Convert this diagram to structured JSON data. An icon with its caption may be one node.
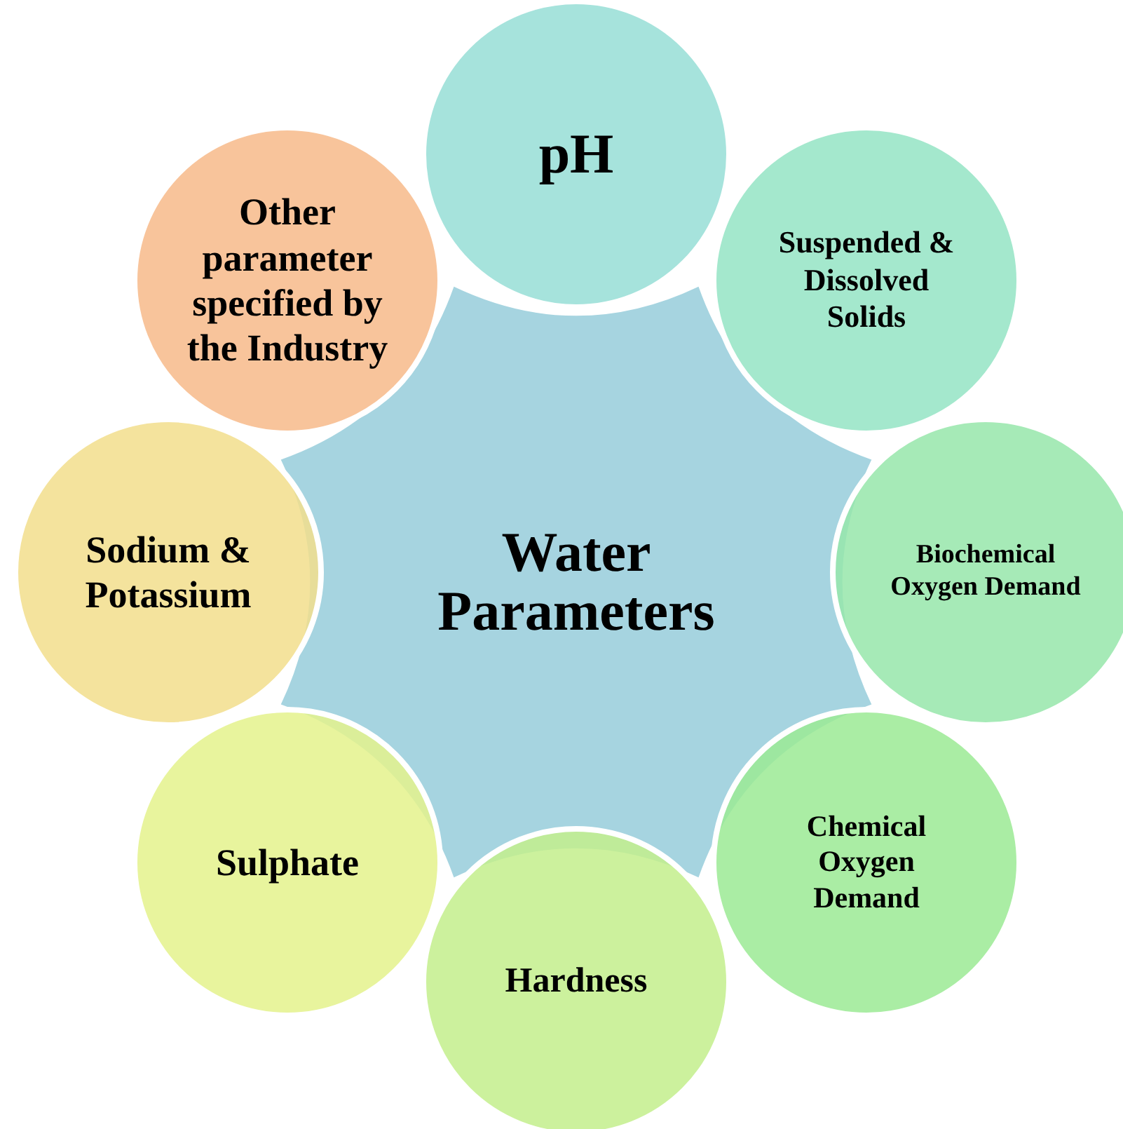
{
  "diagram": {
    "nodes": [
      {
        "text": [
          "Water Parameters"
        ]
      },
      {
        "text": [
          "pH"
        ]
      },
      {
        "text": [
          "Suspended & Dissolved Solids"
        ]
      },
      {
        "text": [
          "Biochemical Oxygen Demand"
        ]
      },
      {
        "text": [
          "Chemical Oxygen Demand"
        ]
      },
      {
        "text": [
          "Hardness"
        ]
      },
      {
        "text": [
          "Sulphate"
        ]
      },
      {
        "text": [
          "Sodium & Potassium"
        ]
      },
      {
        "text": [
          "Other parameter specified by the Industry"
        ]
      }
    ]
  }
}
